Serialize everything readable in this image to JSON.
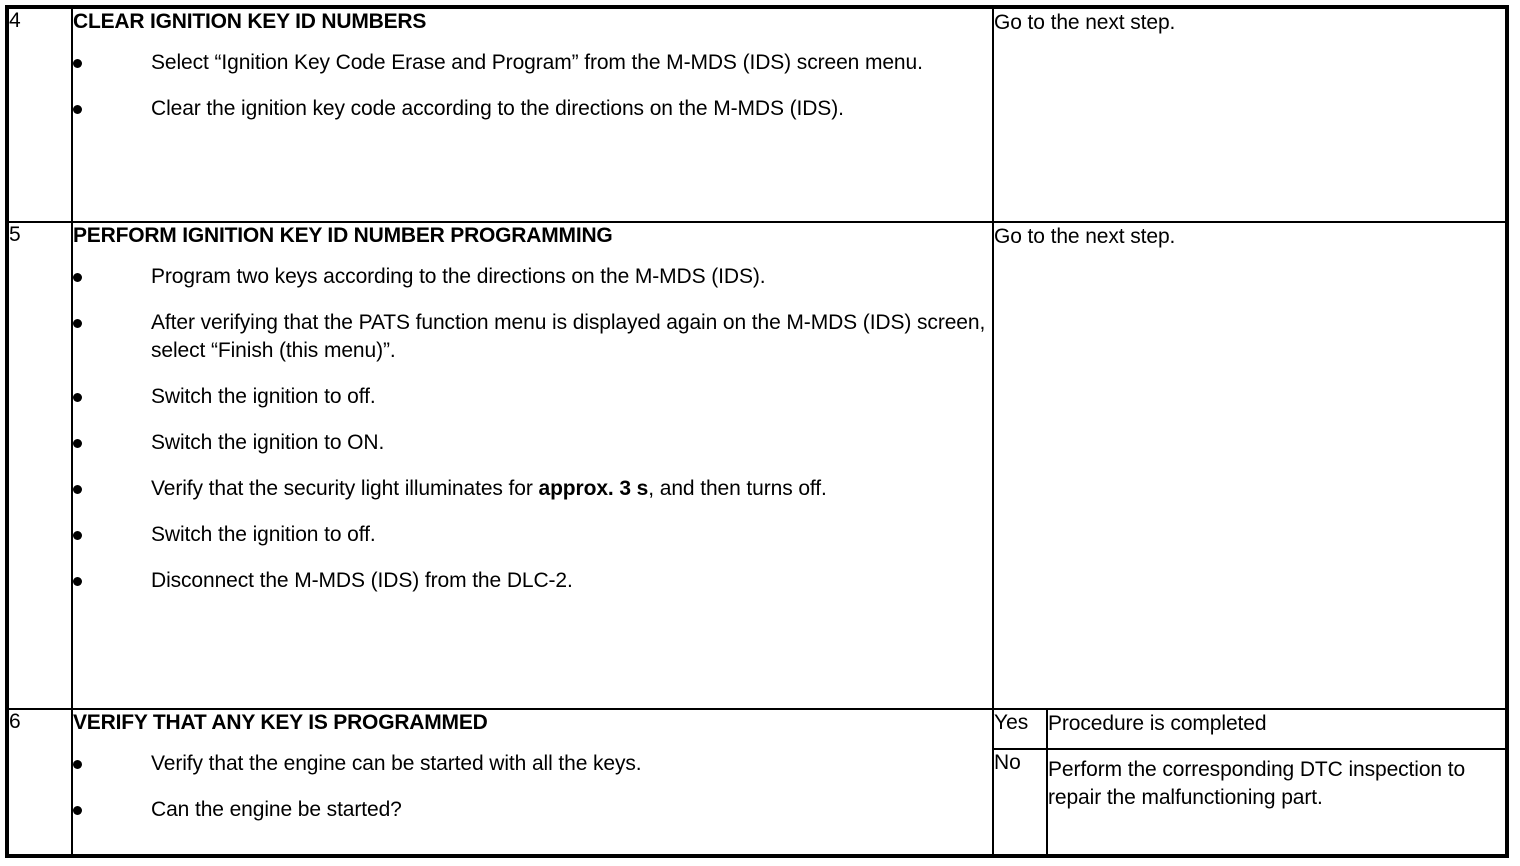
{
  "document": {
    "type": "service-manual-diagnostic-table",
    "rows": [
      {
        "step": "4",
        "title": "CLEAR IGNITION KEY ID NUMBERS",
        "bullets": [
          "Select “Ignition Key Code Erase and Program” from the M-MDS (IDS) screen menu.",
          "Clear the ignition key code according to the directions on the M-MDS (IDS)."
        ],
        "result": "Go to the next step."
      },
      {
        "step": "5",
        "title": "PERFORM IGNITION KEY ID NUMBER PROGRAMMING",
        "bullets": [
          "Program two keys according to the directions on the M-MDS (IDS).",
          "After verifying that the PATS function menu is displayed again on the M-MDS (IDS) screen, select “Finish (this menu)”.",
          "Switch the ignition to off.",
          "Switch the ignition to ON.",
          "Verify that the security light illuminates for approx. 3 s, and then turns off.",
          "Switch the ignition to off.",
          "Disconnect the M-MDS (IDS) from the DLC-2."
        ],
        "bullet5_pre": "Verify that the security light illuminates for ",
        "bullet5_bold": "approx. 3 s",
        "bullet5_post": ", and then turns off.",
        "result": "Go to the next step."
      },
      {
        "step": "6",
        "title": "VERIFY THAT ANY KEY IS PROGRAMMED",
        "bullets": [
          "Verify that the engine can be started with all the keys.",
          "Can the engine be started?"
        ],
        "answers": [
          {
            "label": "Yes",
            "result": "Procedure is completed"
          },
          {
            "label": "No",
            "result": "Perform the corresponding DTC inspection to repair the malfunctioning part."
          }
        ]
      }
    ]
  },
  "colors": {
    "background": "#ffffff",
    "text": "#000000",
    "border": "#000000"
  }
}
